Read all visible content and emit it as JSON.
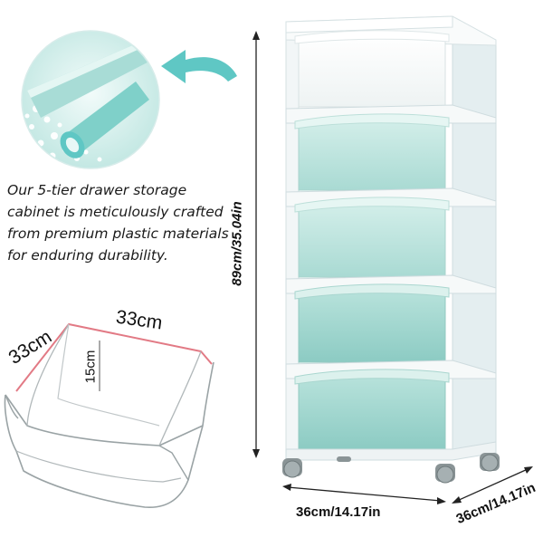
{
  "description": {
    "lines": [
      "Our 5-tier drawer storage",
      "cabinet is meticulously crafted",
      "from premium plastic materials",
      "for enduring durability."
    ]
  },
  "dimensions": {
    "height": "89cm/35.04in",
    "width": "36cm/14.17in",
    "depth": "36cm/14.17in"
  },
  "basket": {
    "width": "33cm",
    "depth": "33cm",
    "height": "15cm"
  },
  "colors": {
    "accent_teal": "#5fc7c4",
    "drawer_mint": "#c6e8e3",
    "drawer_mint_dark": "#9fd3cc",
    "frame_white": "#f4f7f7",
    "basket_outline": "#e27a85"
  }
}
